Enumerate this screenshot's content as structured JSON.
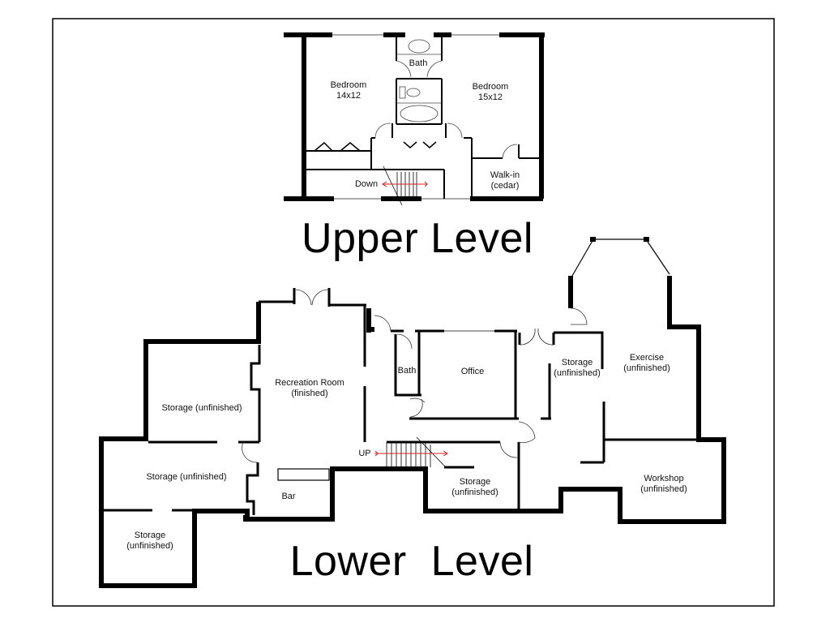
{
  "upper_level": {
    "title": "Upper Level",
    "rooms": [
      {
        "name": "Bedroom",
        "size": "14x12"
      },
      {
        "name": "Bath"
      },
      {
        "name": "Bedroom",
        "size": "15x12"
      },
      {
        "name": "Walk-in",
        "note": "(cedar)"
      }
    ],
    "stairs_label": "Down"
  },
  "lower_level": {
    "title": "Lower  Level",
    "rooms": [
      {
        "name": "Recreation Room",
        "note": "(finished)"
      },
      {
        "name": "Storage (unfinished)"
      },
      {
        "name": "Storage (unfinished)"
      },
      {
        "name": "Storage",
        "note": "(unfinished)"
      },
      {
        "name": "Bar"
      },
      {
        "name": "Bath"
      },
      {
        "name": "Office"
      },
      {
        "name": "Storage",
        "note": "(unfinished)"
      },
      {
        "name": "Exercise",
        "note": "(unfinished)"
      },
      {
        "name": "Storage",
        "note": "(unfinished)"
      },
      {
        "name": "Workshop",
        "note": "(unfinished)"
      }
    ],
    "stairs_label": "UP"
  },
  "colors": {
    "wall": "#000000",
    "stair_arrow": "#d42020",
    "background": "#ffffff"
  }
}
